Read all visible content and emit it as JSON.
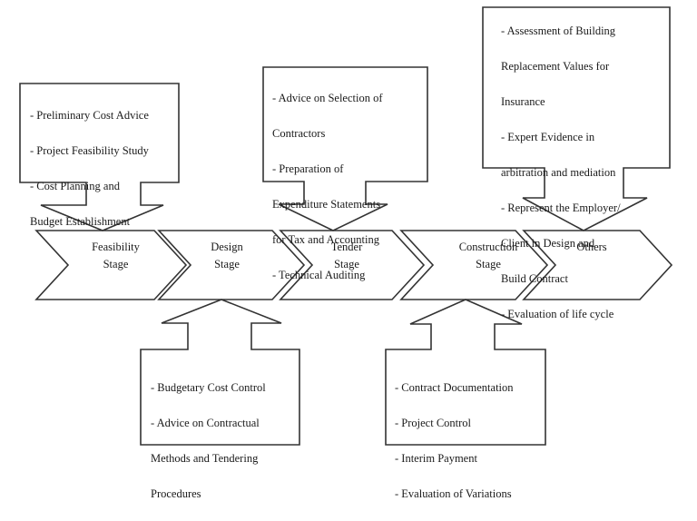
{
  "stages": [
    {
      "id": "feasibility",
      "lines": [
        "Feasibility",
        "Stage"
      ]
    },
    {
      "id": "design",
      "lines": [
        "Design",
        "Stage"
      ]
    },
    {
      "id": "tender",
      "lines": [
        "Tender",
        "Stage"
      ]
    },
    {
      "id": "construction",
      "lines": [
        "Construction",
        "Stage"
      ]
    },
    {
      "id": "others",
      "lines": [
        "Others"
      ]
    }
  ],
  "callouts": {
    "feasibility": [
      "- Preliminary Cost Advice",
      "- Project Feasibility Study",
      "- Cost Planning and",
      "Budget Establishment"
    ],
    "tender": [
      "- Advice on Selection of",
      "Contractors",
      "- Preparation of",
      "Expenditure Statements",
      "for Tax and Accounting",
      "- Technical Auditing"
    ],
    "others": [
      "- Assessment of Building",
      "Replacement Values for",
      "Insurance",
      "- Expert Evidence in",
      "arbitration and mediation",
      "- Represent the Employer/",
      "Client in Design and",
      "Build Contract",
      "- Evaluation of life cycle"
    ],
    "design": [
      "- Budgetary Cost Control",
      "- Advice on Contractual",
      "Methods and Tendering",
      "Procedures"
    ],
    "construction": [
      "- Contract Documentation",
      "- Project Control",
      "- Interim Payment",
      "- Evaluation of Variations"
    ]
  }
}
